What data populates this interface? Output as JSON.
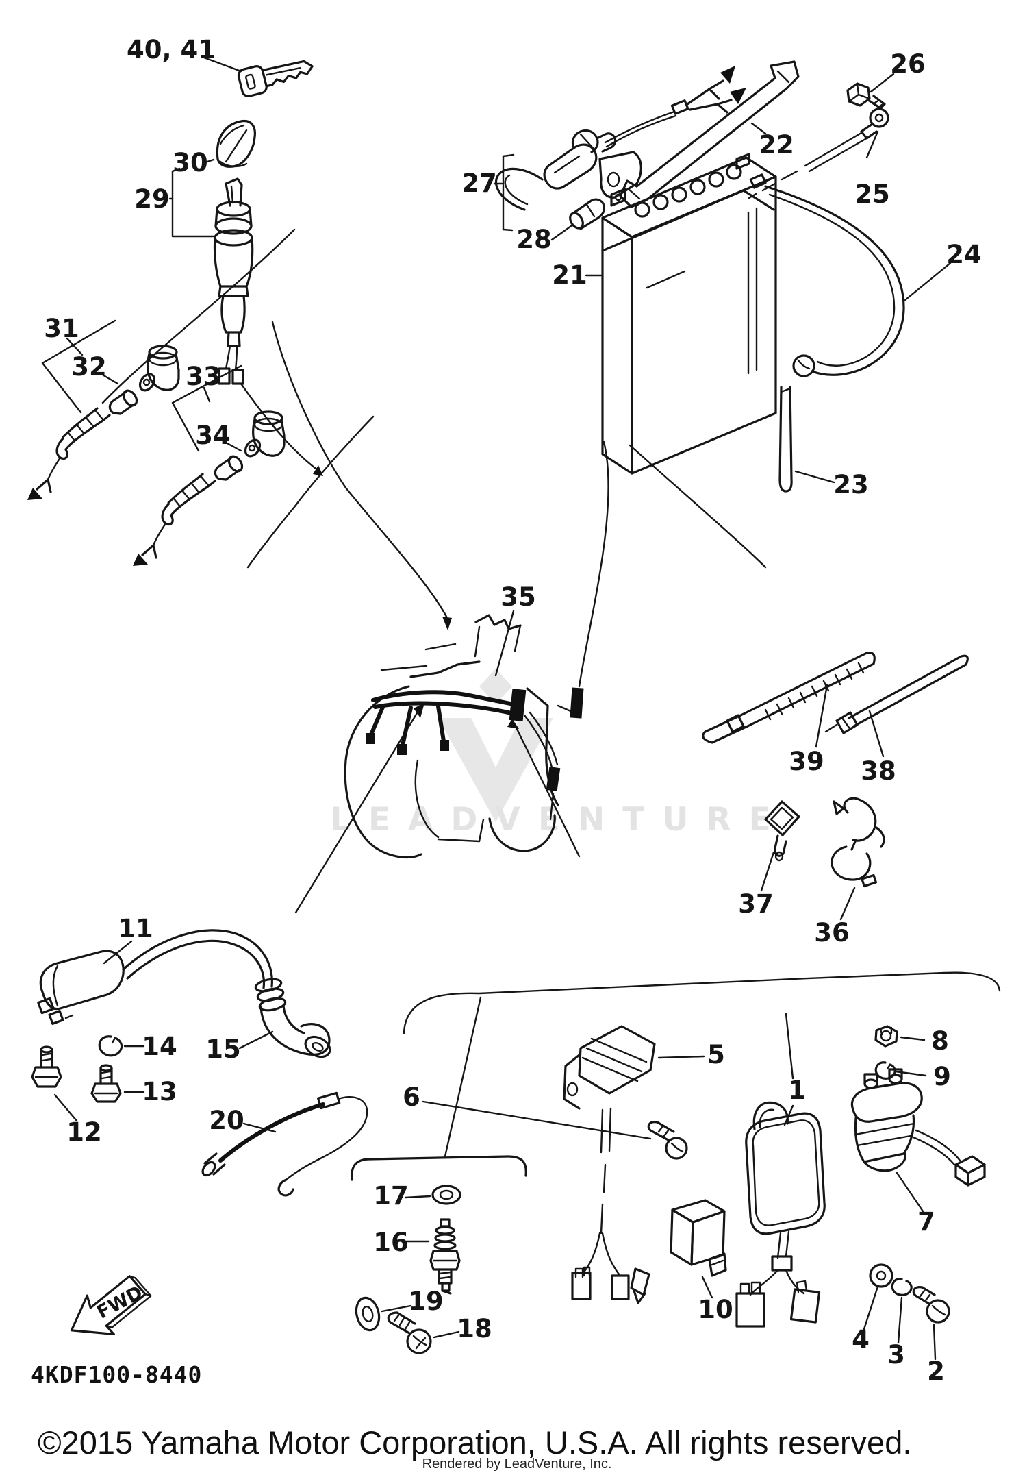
{
  "watermark": {
    "text": "LEADVENTURE"
  },
  "footer": {
    "copyright": "©2015 Yamaha Motor Corporation, U.S.A. All rights reserved.",
    "rendered_by": "Rendered by LeadVenture, Inc."
  },
  "diagram": {
    "code": "4KDF100-8440",
    "fwd_label": "FWD",
    "labels": {
      "l40_41": "40, 41",
      "l30": "30",
      "l29": "29",
      "l27": "27",
      "l28": "28",
      "l22": "22",
      "l26": "26",
      "l25": "25",
      "l21": "21",
      "l24": "24",
      "l23": "23",
      "l31": "31",
      "l32": "32",
      "l33": "33",
      "l34": "34",
      "l35": "35",
      "l39": "39",
      "l38": "38",
      "l37": "37",
      "l36": "36",
      "l11": "11",
      "l14": "14",
      "l15": "15",
      "l13": "13",
      "l12": "12",
      "l20": "20",
      "l17": "17",
      "l16": "16",
      "l19": "19",
      "l18": "18",
      "l5": "5",
      "l6": "6",
      "l8": "8",
      "l9": "9",
      "l1": "1",
      "l7": "7",
      "l10": "10",
      "l4": "4",
      "l3": "3",
      "l2": "2"
    }
  }
}
